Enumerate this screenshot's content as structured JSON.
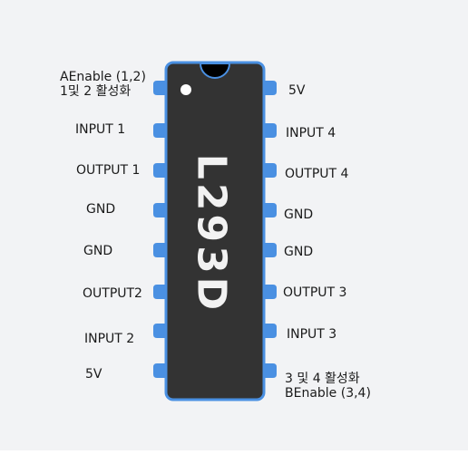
{
  "chip": {
    "name": "L293D",
    "body_color": "#333333",
    "border_color": "#4a90e2",
    "pin_color": "#4a90e2",
    "dot_color": "#ffffff"
  },
  "pins": {
    "left": [
      {
        "line1": "AEnable (1,2)",
        "line2": "1및 2 활성화"
      },
      {
        "line1": "INPUT 1"
      },
      {
        "line1": "OUTPUT 1"
      },
      {
        "line1": "GND"
      },
      {
        "line1": "GND"
      },
      {
        "line1": "OUTPUT2"
      },
      {
        "line1": "INPUT 2"
      },
      {
        "line1": "5V"
      }
    ],
    "right": [
      {
        "line1": "5V"
      },
      {
        "line1": "INPUT 4"
      },
      {
        "line1": "OUTPUT 4"
      },
      {
        "line1": "GND"
      },
      {
        "line1": "GND"
      },
      {
        "line1": "OUTPUT 3"
      },
      {
        "line1": "INPUT 3"
      },
      {
        "line1": "3 및 4 활성화",
        "line2": "BEnable (3,4)"
      }
    ]
  }
}
